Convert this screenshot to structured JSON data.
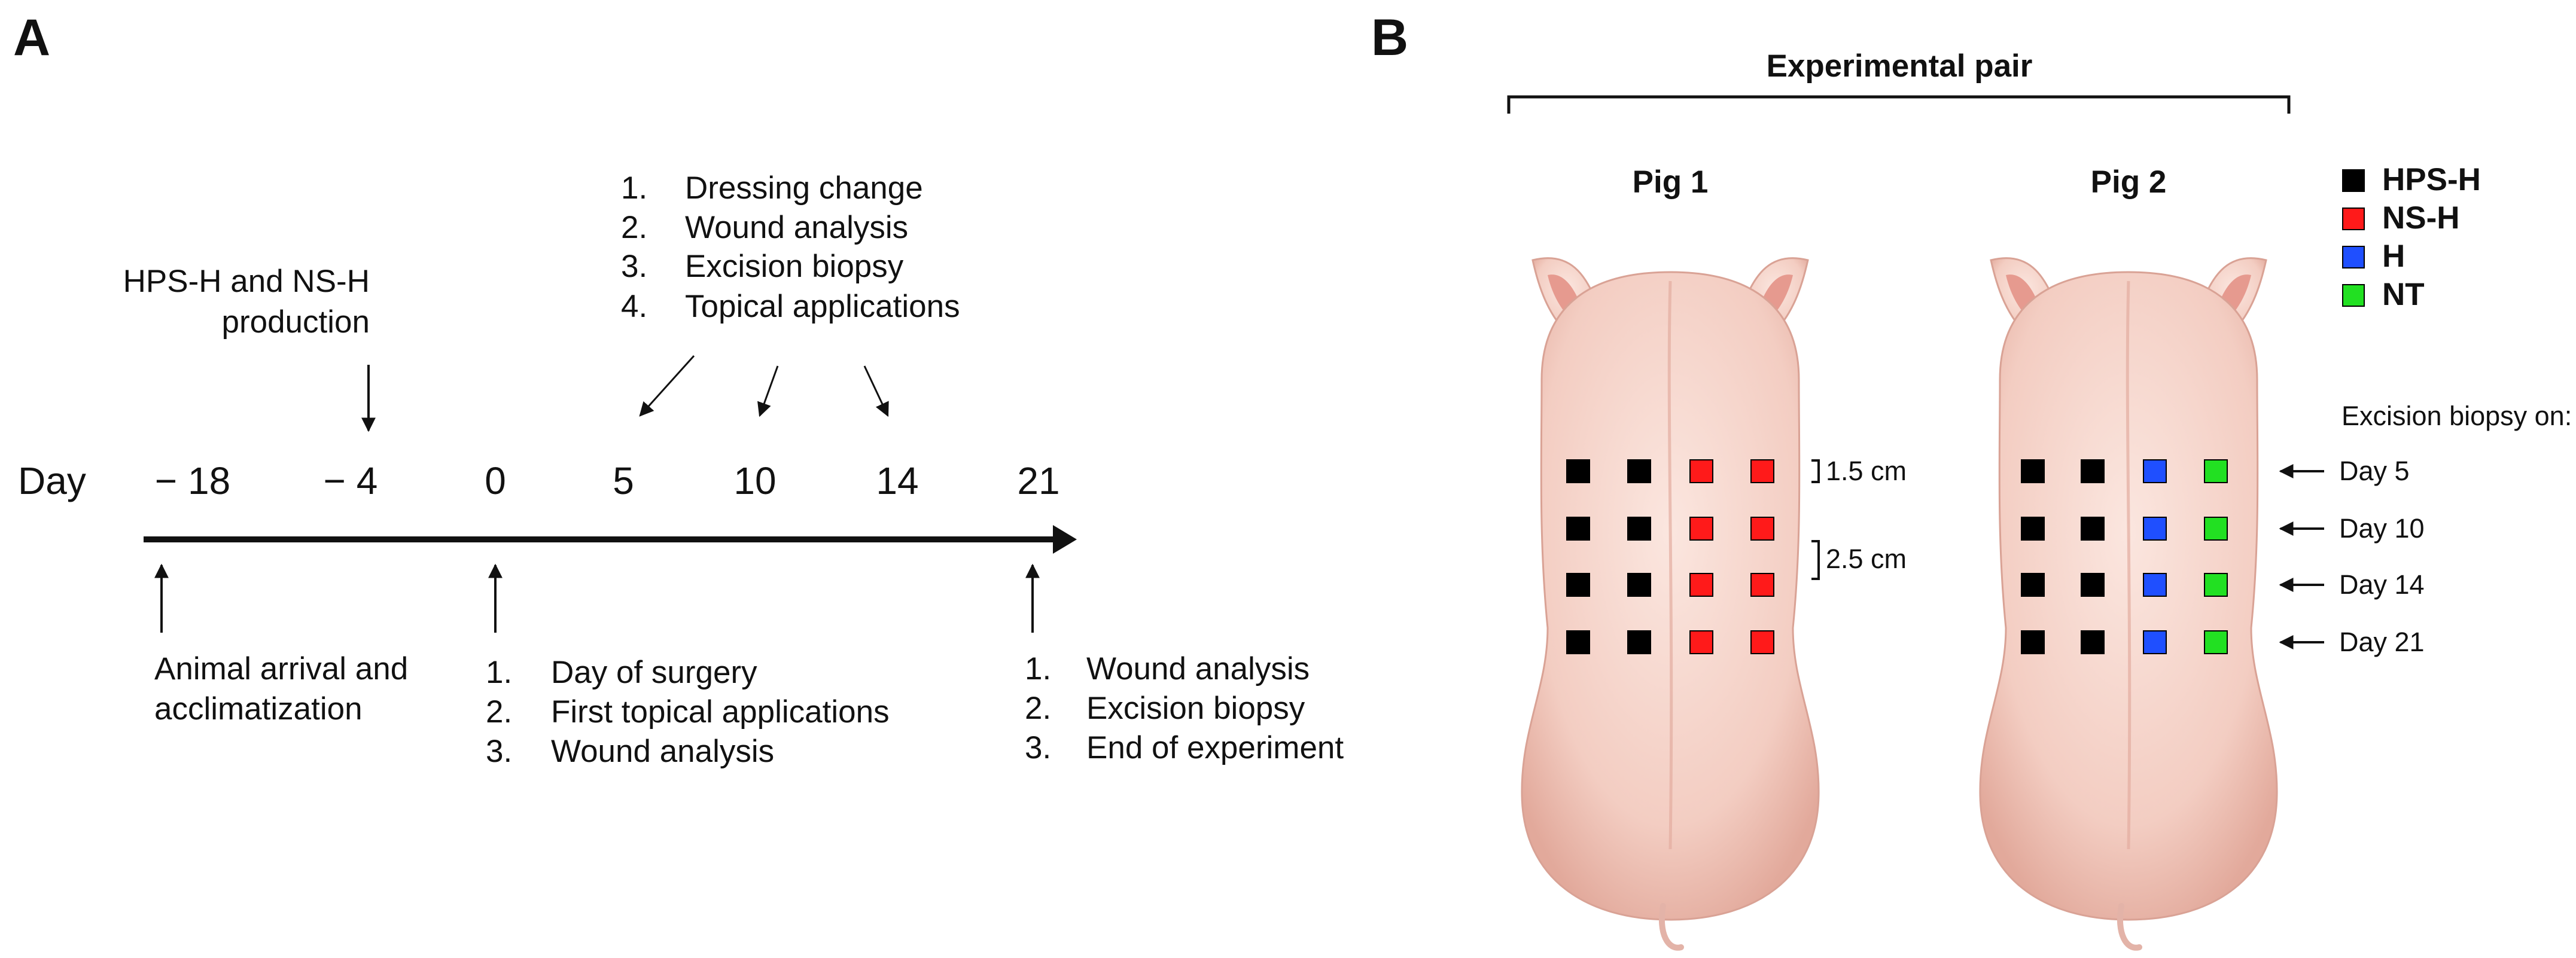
{
  "panel_a": {
    "label": "A",
    "axis_label": "Day",
    "ticks": [
      "− 18",
      "− 4",
      "0",
      "5",
      "10",
      "14",
      "21"
    ],
    "production_lines": [
      "HPS-H and NS-H",
      "production"
    ],
    "during_steps": [
      {
        "num": "1.",
        "text": "Dressing change"
      },
      {
        "num": "2.",
        "text": "Wound analysis"
      },
      {
        "num": "3.",
        "text": "Excision biopsy"
      },
      {
        "num": "4.",
        "text": "Topical applications"
      }
    ],
    "arrival_lines": [
      "Animal arrival and",
      "acclimatization"
    ],
    "surgery_steps": [
      {
        "num": "1.",
        "text": "Day of surgery"
      },
      {
        "num": "2.",
        "text": "First topical applications"
      },
      {
        "num": "3.",
        "text": "Wound analysis"
      }
    ],
    "end_steps": [
      {
        "num": "1.",
        "text": "Wound analysis"
      },
      {
        "num": "2.",
        "text": "Excision biopsy"
      },
      {
        "num": "3.",
        "text": "End of experiment"
      }
    ]
  },
  "panel_b": {
    "label": "B",
    "pair_title": "Experimental pair",
    "pig1_label": "Pig 1",
    "pig2_label": "Pig 2",
    "dim_small": "1.5 cm",
    "dim_large": "2.5 cm",
    "legend": [
      {
        "label": "HPS-H",
        "color": "#000000"
      },
      {
        "label": "NS-H",
        "color": "#ff1a1a"
      },
      {
        "label": "H",
        "color": "#1f4fff"
      },
      {
        "label": "NT",
        "color": "#22e022"
      }
    ],
    "biopsy_title": "Excision biopsy on:",
    "biopsy_days": [
      "Day 5",
      "Day 10",
      "Day 14",
      "Day 21"
    ],
    "pig1_columns": [
      "HPS-H",
      "HPS-H",
      "NS-H",
      "NS-H"
    ],
    "pig2_columns": [
      "HPS-H",
      "HPS-H",
      "H",
      "NT"
    ],
    "colors": {
      "pig_skin": "#f6d3c8",
      "pig_shade": "#e6aea0",
      "ear_inner": "#e89c92"
    }
  }
}
